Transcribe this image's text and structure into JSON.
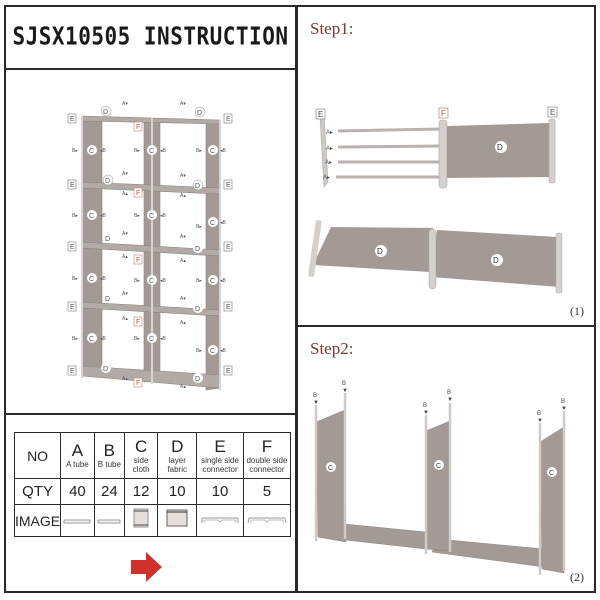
{
  "title": "SJSX10505 INSTRUCTION",
  "parts_table": {
    "row_labels": {
      "no": "NO",
      "qty": "QTY",
      "image": "IMAGE"
    },
    "parts": [
      {
        "letter": "A",
        "name": "A tube",
        "qty": "40",
        "icon": "a-tube-icon"
      },
      {
        "letter": "B",
        "name": "B tube",
        "qty": "24",
        "icon": "b-tube-icon"
      },
      {
        "letter": "C",
        "name": "side cloth",
        "qty": "12",
        "icon": "side-cloth-icon"
      },
      {
        "letter": "D",
        "name": "layer fabric",
        "qty": "10",
        "icon": "layer-fabric-icon"
      },
      {
        "letter": "E",
        "name": "single side connector",
        "qty": "10",
        "icon": "single-side-connector-icon"
      },
      {
        "letter": "F",
        "name": "double side connector",
        "qty": "5",
        "icon": "double-side-connector-icon"
      }
    ]
  },
  "next_arrow": {
    "icon": "right-arrow-icon",
    "color": "#d0312d"
  },
  "step1": {
    "label": "Step1:",
    "figure_number": "(1)"
  },
  "step2": {
    "label": "Step2:",
    "figure_number": "(2)"
  },
  "diagram_labels": {
    "a": "A",
    "b": "B",
    "c": "C",
    "d": "D",
    "e": "E",
    "f": "F"
  },
  "colors": {
    "fabric": "#a39a96",
    "frame": "#cfc9c6",
    "step_label": "#7a3a34",
    "border": "#2a2a2a"
  }
}
